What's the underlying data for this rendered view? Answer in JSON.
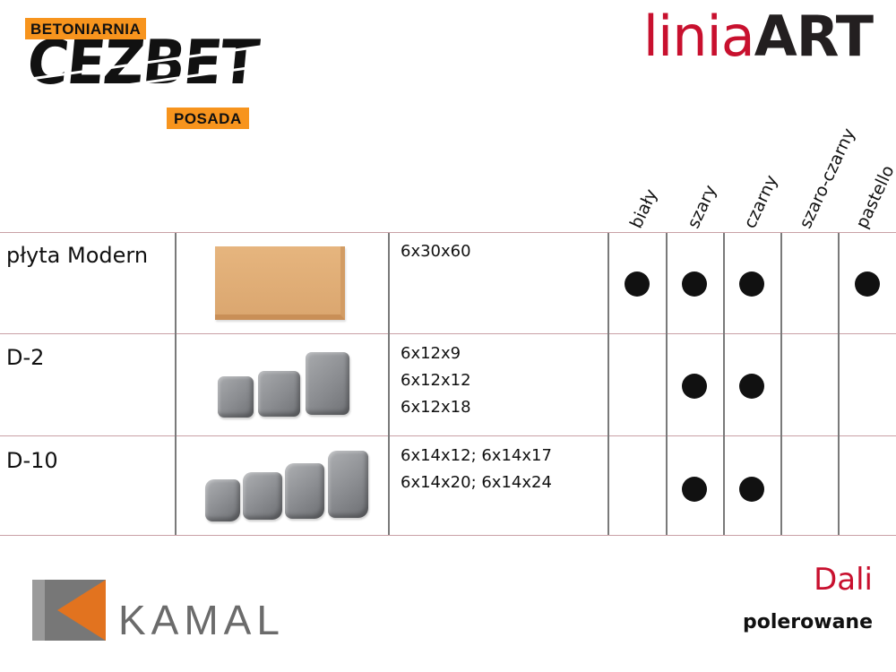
{
  "header": {
    "cezbet_top": "BETONIARNIA",
    "cezbet_main": "CEZBET",
    "cezbet_bottom": "POSADA",
    "line_prefix": "linia",
    "line_suffix": "ART"
  },
  "columns": {
    "colors": [
      "biały",
      "szary",
      "czarny",
      "szaro-czarny",
      "pastello"
    ]
  },
  "products": [
    {
      "name": "płyta Modern",
      "sizes": [
        "6x30x60"
      ],
      "image": "slab-image",
      "availability": [
        true,
        true,
        true,
        false,
        true
      ]
    },
    {
      "name": "D-2",
      "sizes": [
        "6x12x9",
        "6x12x12",
        "6x12x18"
      ],
      "image": "paver-set-3",
      "availability": [
        false,
        true,
        true,
        false,
        false
      ]
    },
    {
      "name": "D-10",
      "sizes": [
        "6x14x12; 6x14x17",
        "6x14x20; 6x14x24"
      ],
      "image": "paver-set-4",
      "availability": [
        false,
        true,
        true,
        false,
        false
      ]
    }
  ],
  "footer": {
    "brand": "KAMAL",
    "product_line": "Dali",
    "finish": "polerowane"
  },
  "colors": {
    "brand_red": "#c8102e",
    "brand_orange": "#f7941d",
    "kamal_orange": "#e2731f",
    "dot": "#111111"
  }
}
